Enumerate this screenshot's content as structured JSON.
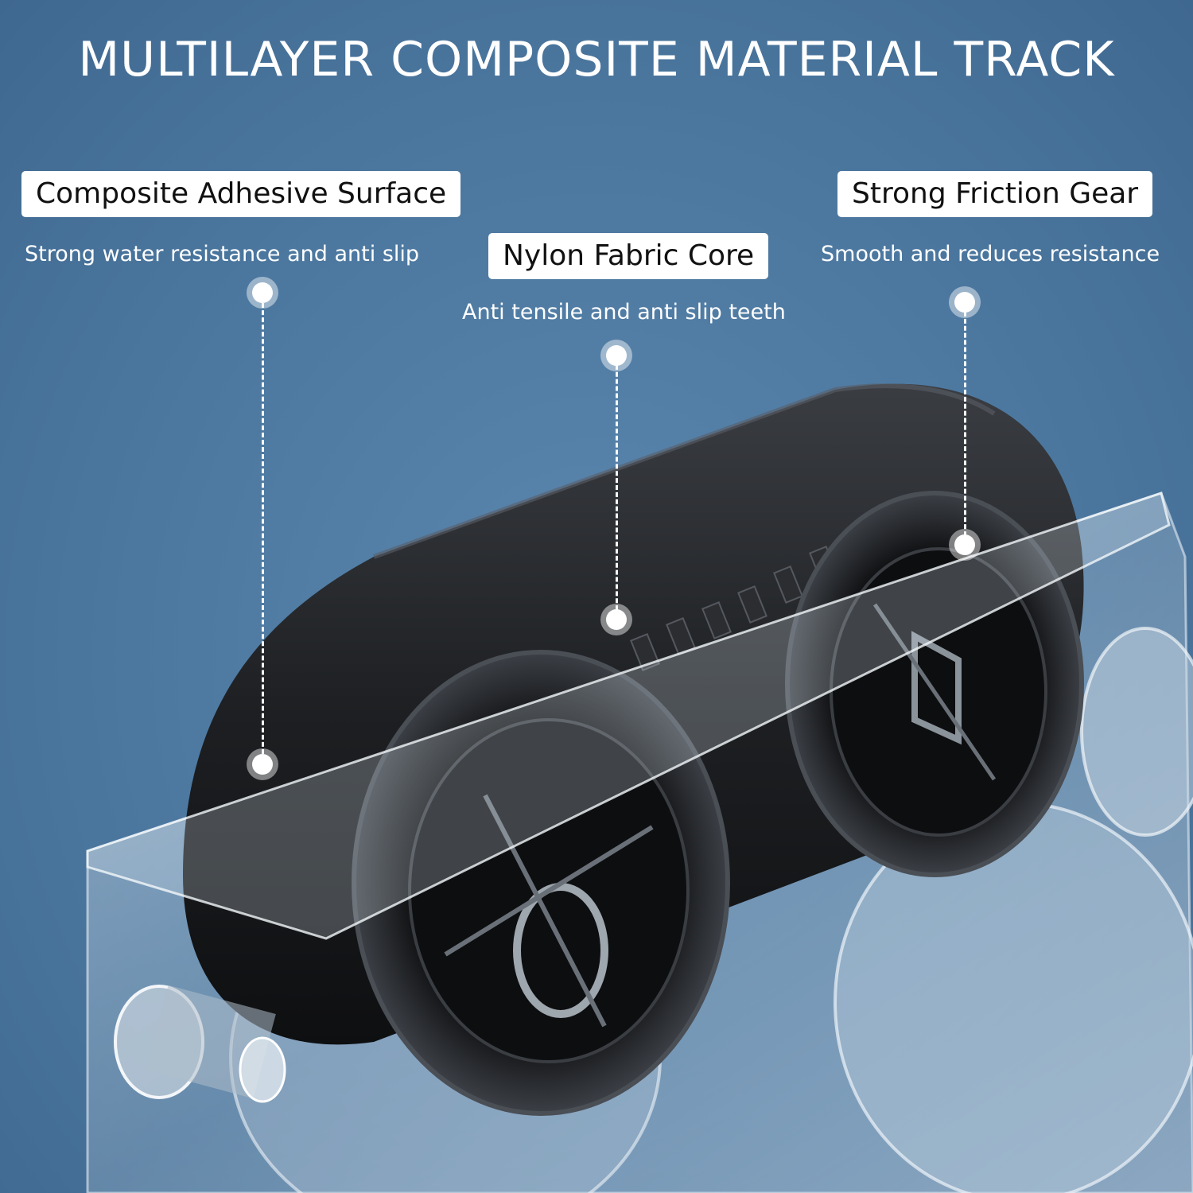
{
  "title": "MULTILAYER COMPOSITE MATERIAL TRACK",
  "callouts": [
    {
      "label": "Composite Adhesive Surface",
      "desc": "Strong water resistance and anti slip"
    },
    {
      "label": "Nylon Fabric Core",
      "desc": "Anti tensile and anti slip teeth"
    },
    {
      "label": "Strong Friction Gear",
      "desc": "Smooth and reduces resistance"
    }
  ],
  "colors": {
    "background": "#4c78a0",
    "track": "#1b1d20",
    "tag": "#ffffff"
  }
}
